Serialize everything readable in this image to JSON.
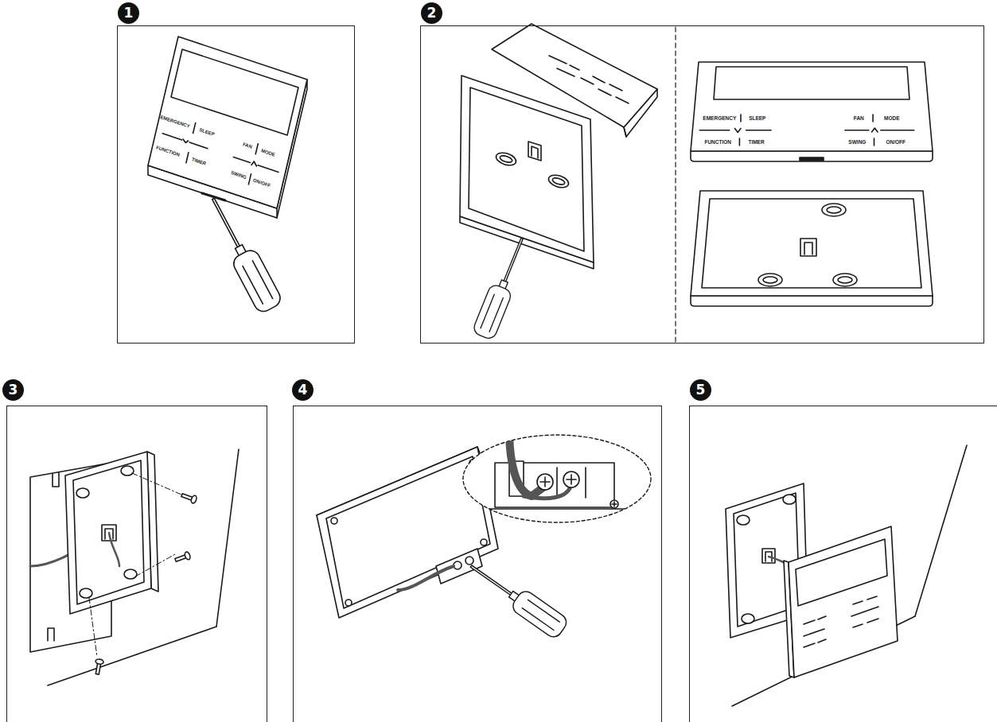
{
  "diagram": {
    "nodes": [
      {
        "text": [
          "1"
        ]
      },
      {
        "text": [
          "2"
        ]
      },
      {
        "text": [
          "3"
        ]
      },
      {
        "text": [
          "4"
        ]
      },
      {
        "text": [
          "5"
        ]
      }
    ],
    "labels": [
      "EMERGENCY",
      "SLEEP",
      "FUNCTION",
      "TIMER",
      "FAN",
      "MODE",
      "SWING",
      "ON/OFF",
      "EMERGENCY",
      "SLEEP",
      "FUNCTION",
      "TIMER",
      "FAN",
      "MODE",
      "SWING",
      "ON/OFF"
    ]
  }
}
